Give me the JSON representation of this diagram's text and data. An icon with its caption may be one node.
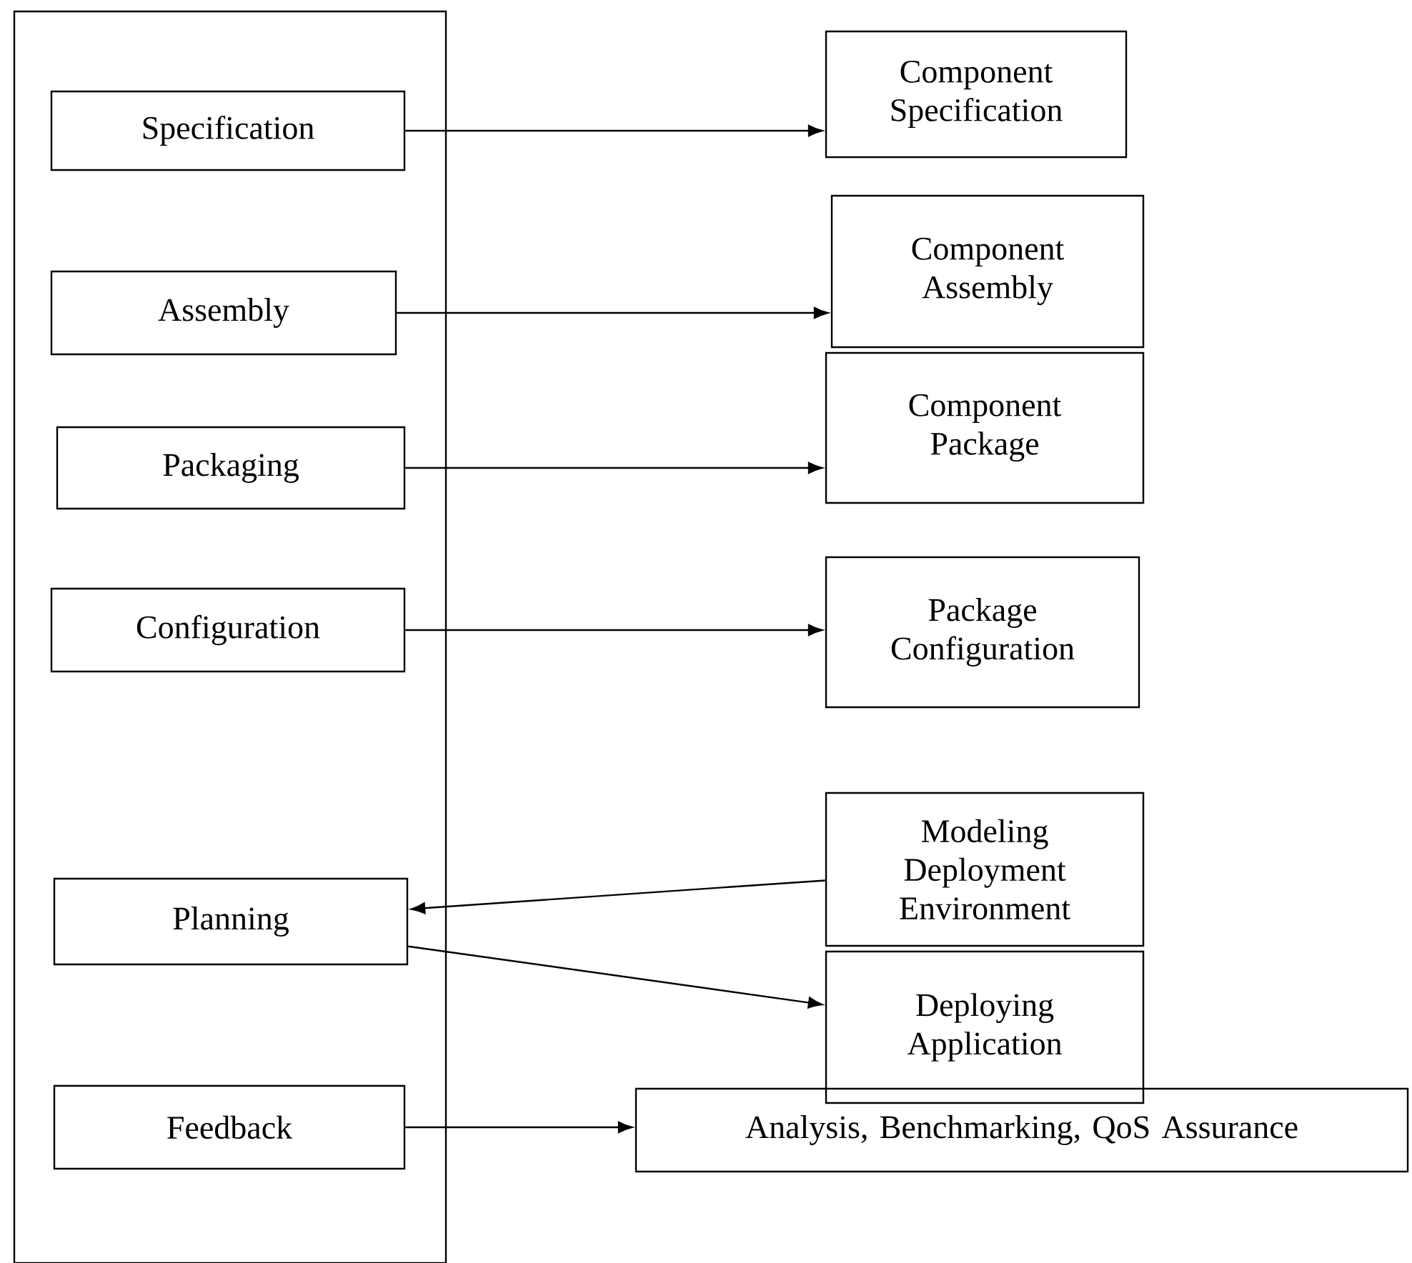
{
  "diagram": {
    "nodes": [
      {
        "text": [],
        "shape": "box"
      },
      {
        "text": [
          "Specification"
        ],
        "in": 0
      },
      {
        "text": [
          "Assembly"
        ],
        "in": 0
      },
      {
        "text": [
          "Packaging"
        ],
        "in": 0
      },
      {
        "text": [
          "Configuration"
        ],
        "in": 0
      },
      {
        "text": [
          "Planning"
        ],
        "in": 0
      },
      {
        "text": [
          "Feedback"
        ],
        "in": 0
      },
      {
        "text": [
          "Component Specification"
        ]
      },
      {
        "text": [
          "Component Assembly"
        ]
      },
      {
        "text": [
          "Component Package"
        ]
      },
      {
        "text": [
          "Package Configuration"
        ]
      },
      {
        "text": [
          "Modeling Deployment Environment"
        ]
      },
      {
        "text": [
          "Deploying Application"
        ]
      },
      {
        "text": [
          "Analysis, Benchmarking, QoS Assurance"
        ]
      }
    ],
    "edges": [
      {
        "from": 1,
        "to": 7,
        "arrow": "to"
      },
      {
        "from": 2,
        "to": 8,
        "arrow": "to"
      },
      {
        "from": 3,
        "to": 9,
        "arrow": "to"
      },
      {
        "from": 4,
        "to": 10,
        "arrow": "to"
      },
      {
        "from": 11,
        "to": 5,
        "arrow": "to"
      },
      {
        "from": 5,
        "to": 12,
        "arrow": "to"
      },
      {
        "from": 6,
        "to": 13,
        "arrow": "to"
      }
    ]
  }
}
